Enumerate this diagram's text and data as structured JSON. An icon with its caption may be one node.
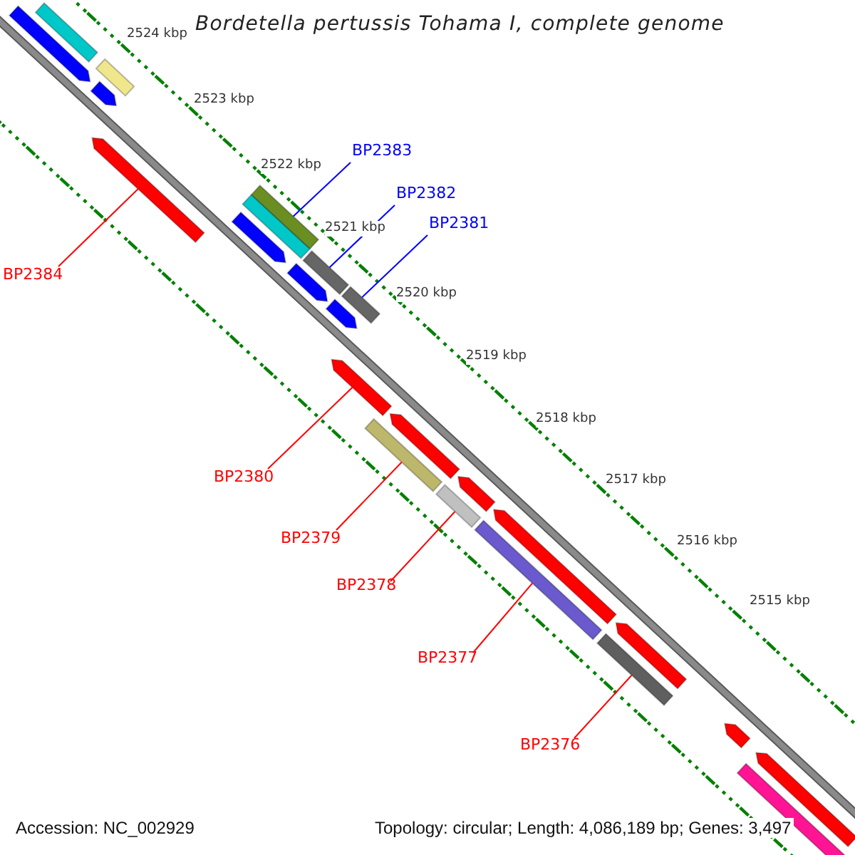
{
  "diagram": {
    "title": "Bordetella pertussis Tohama I, complete genome",
    "nodes": [
      {
        "text": [
          "BP2383"
        ]
      },
      {
        "text": [
          "BP2382"
        ]
      },
      {
        "text": [
          "BP2381"
        ]
      },
      {
        "text": [
          "BP2384"
        ]
      },
      {
        "text": [
          "BP2380"
        ]
      },
      {
        "text": [
          "BP2379"
        ]
      },
      {
        "text": [
          "BP2378"
        ]
      },
      {
        "text": [
          "BP2377"
        ]
      },
      {
        "text": [
          "BP2376"
        ]
      },
      {
        "text": [],
        "shape": "bar"
      },
      {
        "text": [],
        "shape": "arrow"
      },
      {
        "text": [],
        "shape": "bar"
      },
      {
        "text": [],
        "shape": "arrow"
      },
      {
        "text": [],
        "shape": "arrow"
      },
      {
        "text": [],
        "shape": "bar"
      },
      {
        "text": [],
        "shape": "bar"
      },
      {
        "text": [],
        "shape": "arrow"
      },
      {
        "text": [],
        "shape": "bar"
      },
      {
        "text": [],
        "shape": "arrow"
      },
      {
        "text": [],
        "shape": "bar"
      },
      {
        "text": [],
        "shape": "arrow"
      },
      {
        "text": [],
        "shape": "arrow"
      },
      {
        "text": [],
        "shape": "arrow"
      },
      {
        "text": [],
        "shape": "bar"
      },
      {
        "text": [],
        "shape": "arrow"
      },
      {
        "text": [],
        "shape": "bar"
      },
      {
        "text": [],
        "shape": "arrow"
      },
      {
        "text": [],
        "shape": "bar"
      },
      {
        "text": [],
        "shape": "arrow"
      },
      {
        "text": [],
        "shape": "bar"
      },
      {
        "text": [],
        "shape": "arrow"
      },
      {
        "text": [],
        "shape": "arrow"
      },
      {
        "text": [],
        "shape": "bar"
      }
    ],
    "edges": [
      {
        "from": 0,
        "to": 14,
        "arrow": "none",
        "color": "#0000ff"
      },
      {
        "from": 1,
        "to": 17,
        "arrow": "none",
        "color": "#0000ff"
      },
      {
        "from": 2,
        "to": 19,
        "arrow": "none",
        "color": "#0000ff"
      },
      {
        "from": 3,
        "to": 13,
        "arrow": "none"
      },
      {
        "from": 4,
        "to": 21,
        "arrow": "none"
      },
      {
        "from": 5,
        "to": 23,
        "arrow": "none"
      },
      {
        "from": 6,
        "to": 25,
        "arrow": "none"
      },
      {
        "from": 7,
        "to": 27,
        "arrow": "none"
      },
      {
        "from": 8,
        "to": 29,
        "arrow": "none"
      }
    ],
    "labels": [
      "2524 kbp",
      "2523 kbp",
      "2522 kbp",
      "2521 kbp",
      "2520 kbp",
      "2519 kbp",
      "2518 kbp",
      "2517 kbp",
      "2516 kbp",
      "2515 kbp",
      "Accession: NC_002929",
      "Topology: circular; Length: 4,086,189 bp; Genes: 3,497"
    ]
  }
}
